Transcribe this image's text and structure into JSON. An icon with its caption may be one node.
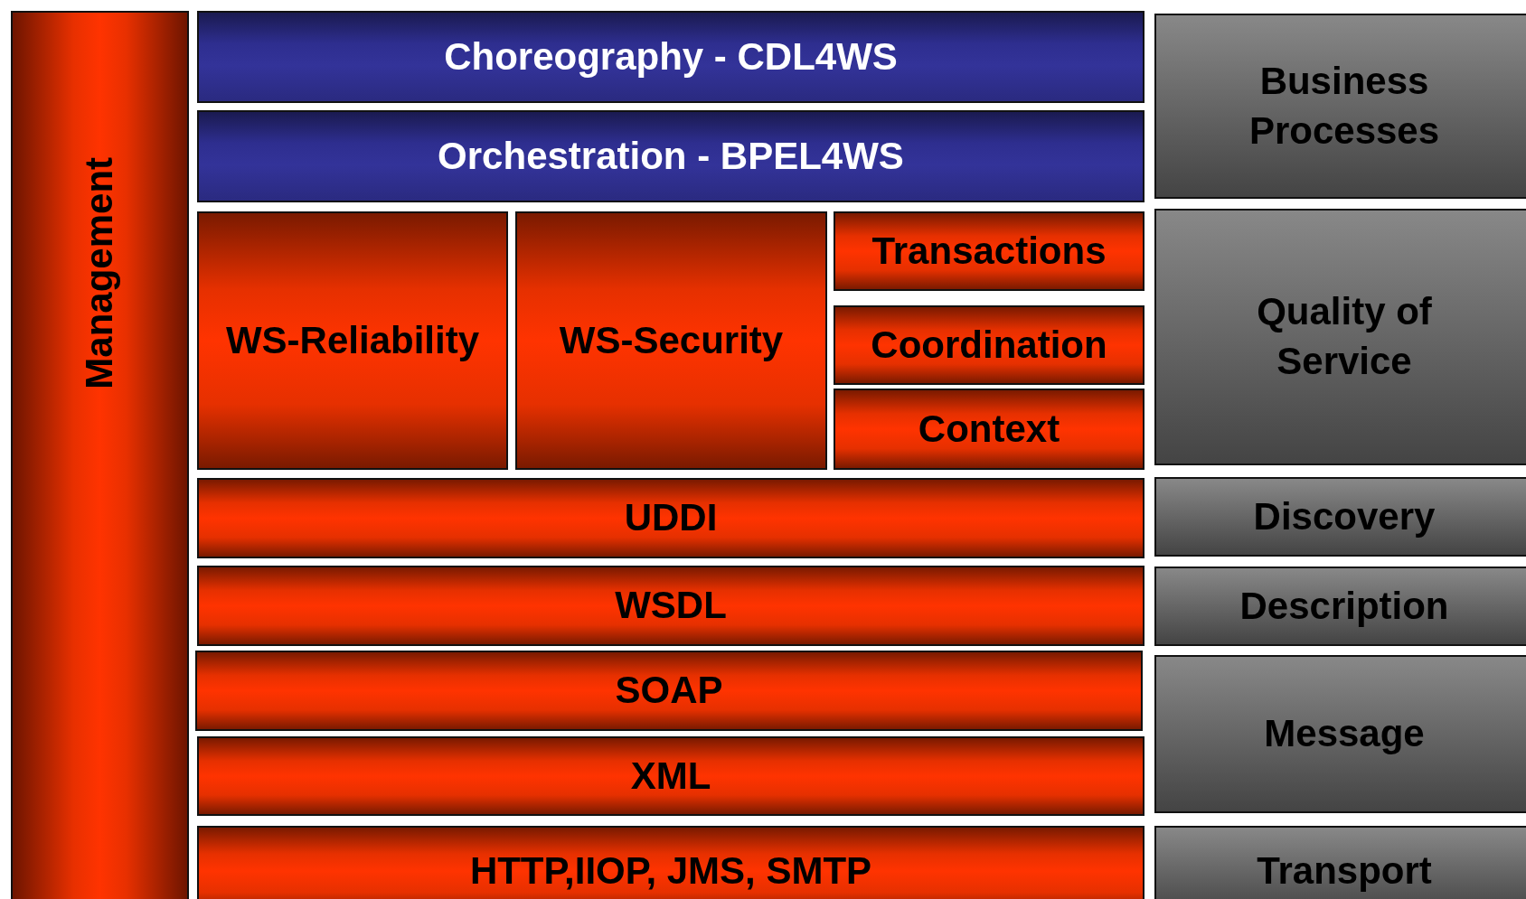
{
  "diagram": {
    "nodes": [
      {
        "text": [
          "Management"
        ]
      },
      {
        "text": [
          "Choreography - CDL4WS"
        ]
      },
      {
        "text": [
          "Orchestration - BPEL4WS"
        ]
      },
      {
        "text": [
          "WS-Reliability"
        ]
      },
      {
        "text": [
          "WS-Security"
        ]
      },
      {
        "text": [
          "Transactions"
        ]
      },
      {
        "text": [
          "Coordination"
        ]
      },
      {
        "text": [
          "Context"
        ]
      },
      {
        "text": [
          "UDDI"
        ]
      },
      {
        "text": [
          "WSDL"
        ]
      },
      {
        "text": [
          "SOAP"
        ]
      },
      {
        "text": [
          "XML"
        ]
      },
      {
        "text": [
          "HTTP,IIOP, JMS, SMTP"
        ]
      },
      {
        "text": [
          "Business Processes"
        ]
      },
      {
        "text": [
          "Quality of Service"
        ]
      },
      {
        "text": [
          "Discovery"
        ]
      },
      {
        "text": [
          "Description"
        ]
      },
      {
        "text": [
          "Message"
        ]
      },
      {
        "text": [
          "Transport"
        ]
      }
    ],
    "edges": []
  }
}
